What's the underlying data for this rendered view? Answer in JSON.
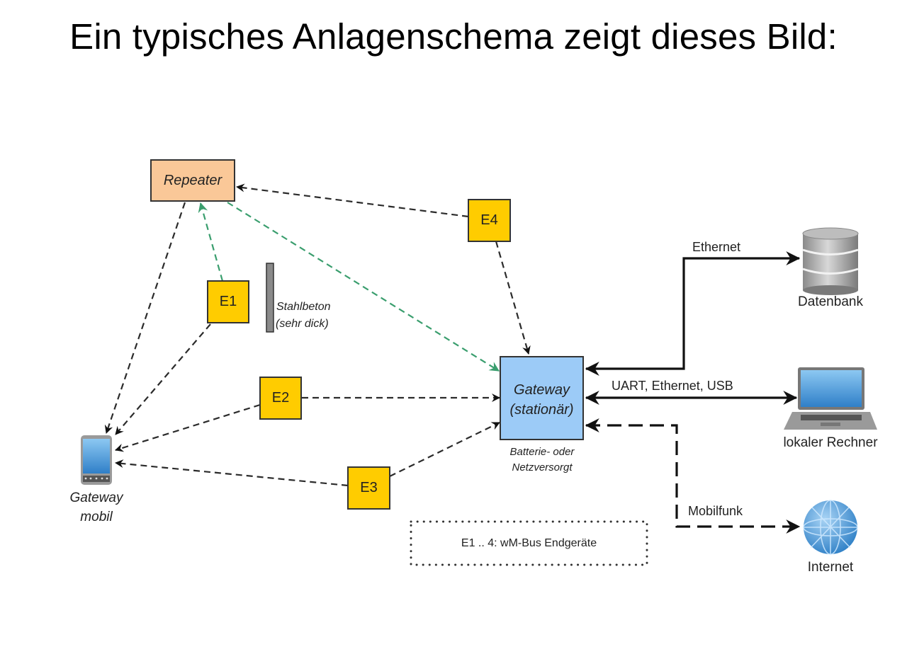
{
  "slide": {
    "title": "Ein typisches Anlagenschema zeigt dieses Bild:"
  },
  "diagram": {
    "nodes": {
      "repeater": {
        "label": "Repeater",
        "color": "#FAC898"
      },
      "gateway_stationary": {
        "line1": "Gateway",
        "line2": "(stationär)",
        "note1": "Batterie- oder",
        "note2": "Netzversorgt",
        "color": "#9CCBF7"
      },
      "gateway_mobile": {
        "line1": "Gateway",
        "line2": "mobil",
        "icon": "smartphone-icon"
      },
      "e1": {
        "label": "E1",
        "color": "#FFCC00"
      },
      "e2": {
        "label": "E2",
        "color": "#FFCC00"
      },
      "e3": {
        "label": "E3",
        "color": "#FFCC00"
      },
      "e4": {
        "label": "E4",
        "color": "#FFCC00"
      },
      "wall": {
        "line1": "Stahlbeton",
        "line2": "(sehr dick)"
      },
      "database": {
        "label": "Datenbank",
        "icon": "database-icon"
      },
      "local_computer": {
        "label": "lokaler Rechner",
        "icon": "laptop-icon"
      },
      "internet": {
        "label": "Internet",
        "icon": "globe-icon"
      }
    },
    "edges": {
      "ethernet": "Ethernet",
      "uart": "UART, Ethernet, USB",
      "mobilfunk": "Mobilfunk"
    },
    "legend": "E1 .. 4: wM-Bus Endgeräte",
    "colors": {
      "green_link": "#3A9E6E",
      "dashed_link": "#2B2B2B"
    }
  }
}
